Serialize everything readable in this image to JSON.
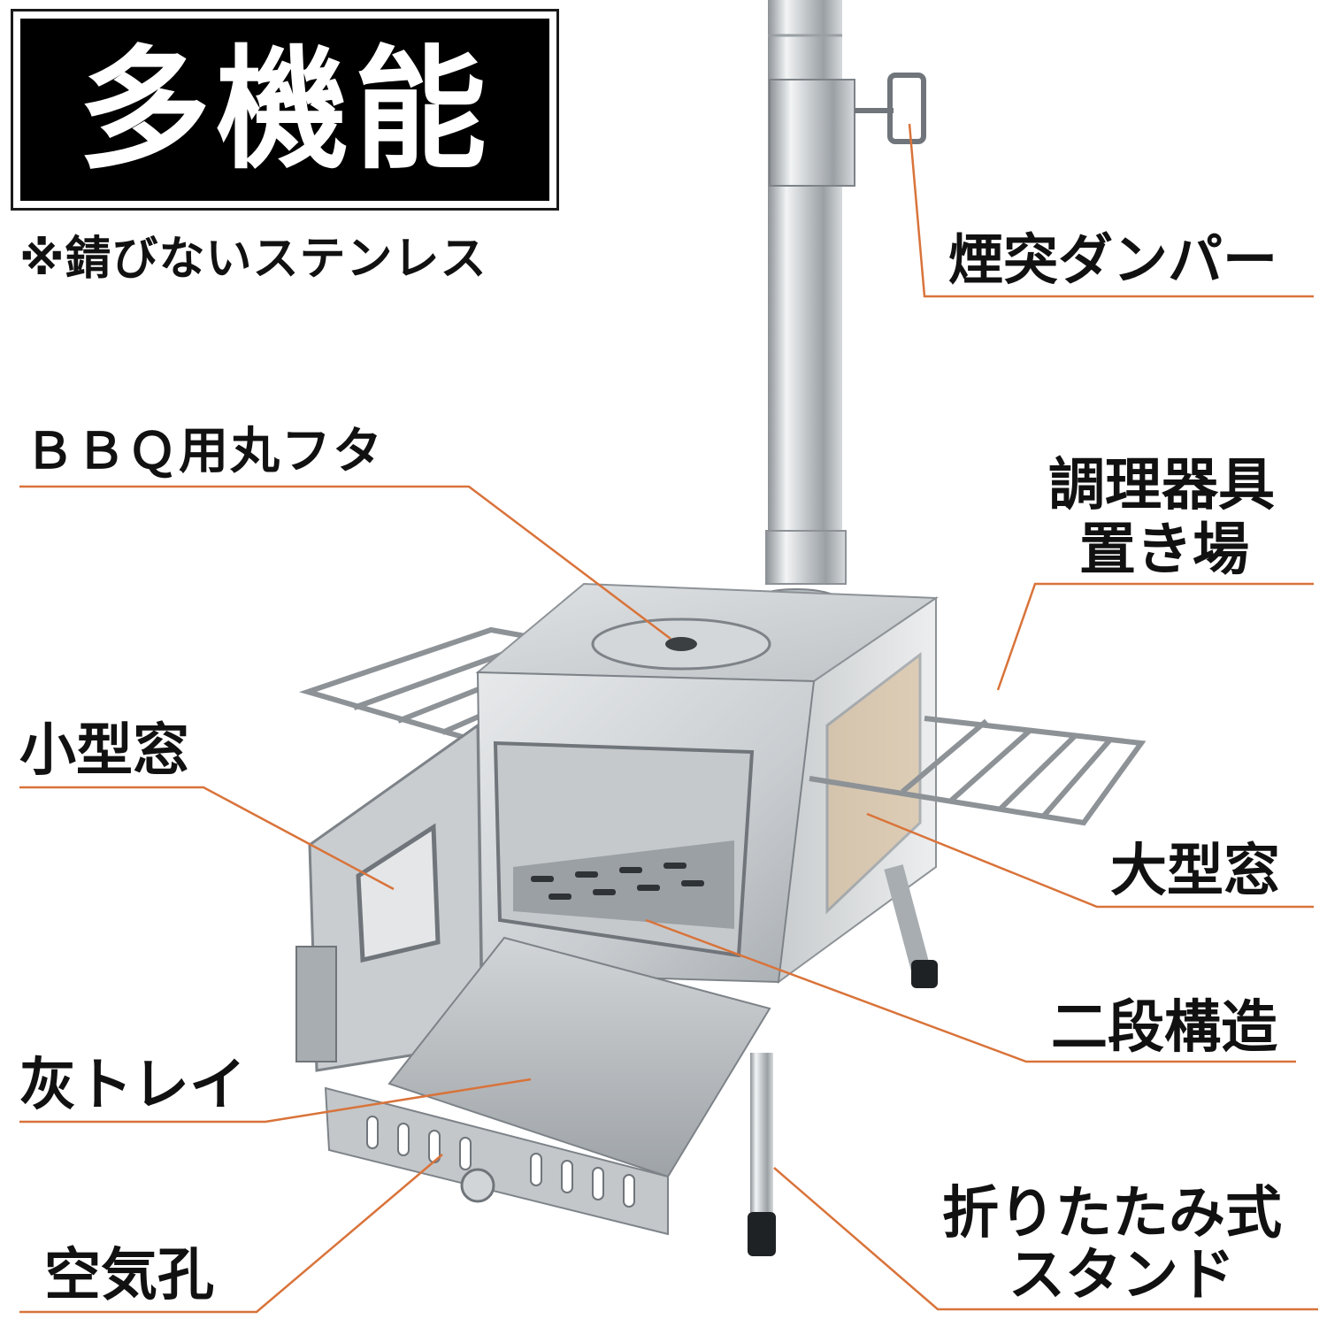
{
  "title": "多機能",
  "note": "※錆びないステンレス",
  "labels": {
    "chimney_damper": "煙突ダンパー",
    "bbq_lid": "ＢＢＱ用丸フタ",
    "utensil_rack_line1": "調理器具",
    "utensil_rack_line2": "置き場",
    "small_window": "小型窓",
    "large_window": "大型窓",
    "two_tier": "二段構造",
    "ash_tray": "灰トレイ",
    "folding_stand_line1": "折りたたみ式",
    "folding_stand_line2": "スタンド",
    "air_holes": "空気孔"
  },
  "colors": {
    "leader_line": "#d9733a",
    "steel_light": "#e3e6e8",
    "steel_mid": "#b7bcc0",
    "steel_dark": "#7d8388",
    "title_bg": "#000000"
  }
}
